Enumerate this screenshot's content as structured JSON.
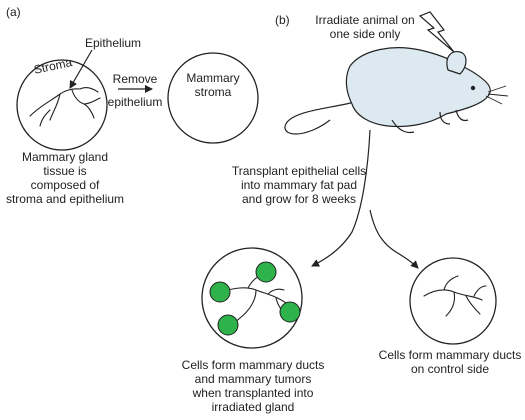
{
  "panel_a": {
    "label": "(a)",
    "epithelium_label": "Epithelium",
    "stroma_label": "Stroma",
    "remove_line1": "Remove",
    "remove_line2": "epithelium",
    "mammary_stroma_line1": "Mammary",
    "mammary_stroma_line2": "stroma",
    "caption_line1": "Mammary gland",
    "caption_line2": "tissue is",
    "caption_line3": "composed of",
    "caption_line4": "stroma and epithelium"
  },
  "panel_b": {
    "label": "(b)",
    "irradiate_line1": "Irradiate animal on",
    "irradiate_line2": "one side only",
    "transplant_line1": "Transplant epithelial cells",
    "transplant_line2": "into mammary fat pad",
    "transplant_line3": "and grow for 8 weeks",
    "irradiated_caption_line1": "Cells form mammary ducts",
    "irradiated_caption_line2": "and mammary tumors",
    "irradiated_caption_line3": "when transplanted into",
    "irradiated_caption_line4": "irradiated gland",
    "control_caption_line1": "Cells form mammary ducts",
    "control_caption_line2": "on control side"
  },
  "colors": {
    "mouse_body": "#dde9f0",
    "tumor": "#2db34a",
    "outline": "#222222"
  }
}
